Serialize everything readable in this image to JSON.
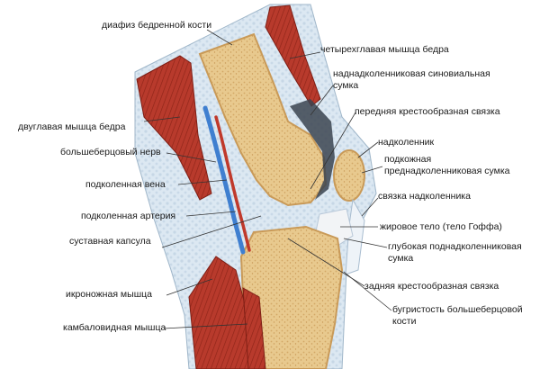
{
  "labels": {
    "femur_shaft": "диафиз бедренной кости",
    "quadriceps": "четырехглавая мышца бедра",
    "suprapatellar_line1": "наднадколенниковая синовиальная",
    "suprapatellar_line2": "сумка",
    "acl": "передняя крестообразная связка",
    "biceps_femoris": "двуглавая мышца бедра",
    "tibial_nerve": "большеберцовый нерв",
    "patella": "надколенник",
    "prepatellar_line1": "подкожная",
    "prepatellar_line2": "преднадколенниковая сумка",
    "popliteal_vein": "подколенная вена",
    "patellar_ligament": "связка надколенника",
    "popliteal_artery": "подколенная артерия",
    "hoffa_fat_pad": "жировое тело (тело Гоффа)",
    "joint_capsule": "суставная капсула",
    "deep_infrapatellar_line1": "глубокая поднадколенниковая",
    "deep_infrapatellar_line2": "сумка",
    "pcl": "задняя крестообразная связка",
    "gastrocnemius": "икроножная мышца",
    "tibial_tuberosity_line1": "бугристость большеберцовой",
    "tibial_tuberosity_line2": "кости",
    "soleus": "камбаловидная мышца"
  },
  "colors": {
    "bone_fill": "#e8c98e",
    "bone_outline": "#d9b57a",
    "muscle": "#b83a2c",
    "muscle_dark": "#8e2418",
    "tissue": "#dce8f2",
    "vein": "#3f7fd0",
    "artery": "#c0392b",
    "cavity": "#3b4450",
    "label_text": "#1a1a1a",
    "leader_line": "#333333"
  }
}
